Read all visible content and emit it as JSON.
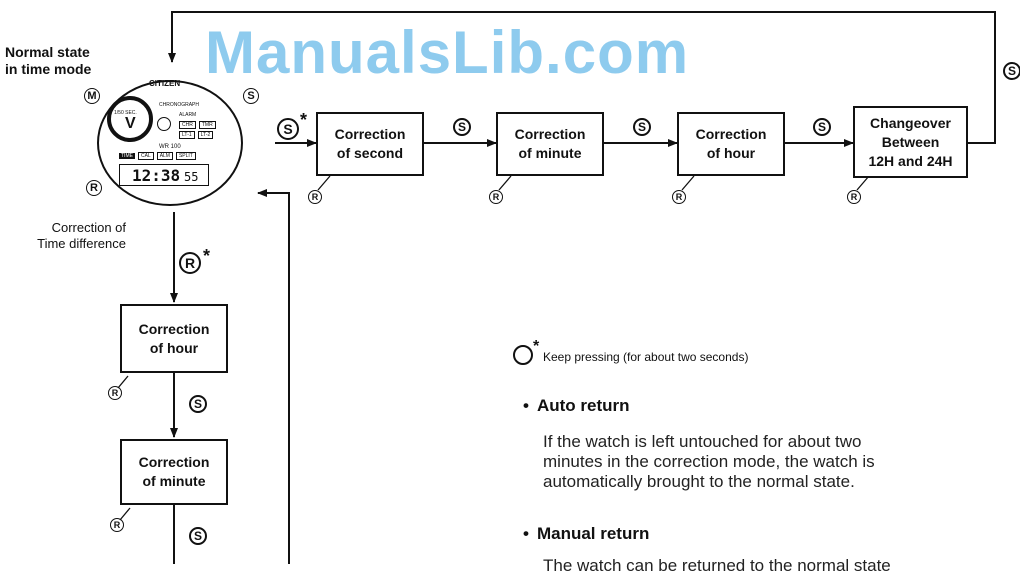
{
  "watermark": "ManualsLib.com",
  "start_label": "Normal state\nin time mode",
  "watch": {
    "brand": "CITIZEN",
    "sub_dial": "1/50 SEC.",
    "wordmark": "CHRONOGRAPH",
    "alarm": "ALARM",
    "tags_top": [
      "CHR",
      "TMR"
    ],
    "tags_mid": [
      "LT-1",
      "LT-2"
    ],
    "wr": "WR 100",
    "modes": [
      "TIME",
      "CAL",
      "ALM",
      "SPLIT"
    ],
    "time_display": "12:38",
    "seconds": "55"
  },
  "buttons": {
    "m": "M",
    "s": "S",
    "r": "R",
    "star": "*"
  },
  "top_row_boxes": [
    "Correction\nof second",
    "Correction\nof minute",
    "Correction\nof hour",
    "Changeover\nBetween\n12H and 24H"
  ],
  "side_label": "Correction of\nTime difference",
  "left_column_boxes": [
    "Correction\nof hour",
    "Correction\nof minute"
  ],
  "legend_text": "Keep pressing (for about two seconds)",
  "sections": [
    {
      "heading": "Auto return",
      "body": "If the watch is left untouched for about two\nminutes in the correction mode, the watch is\nautomatically brought to the normal state."
    },
    {
      "heading": "Manual return",
      "body": "The watch can be returned to the normal state"
    }
  ]
}
